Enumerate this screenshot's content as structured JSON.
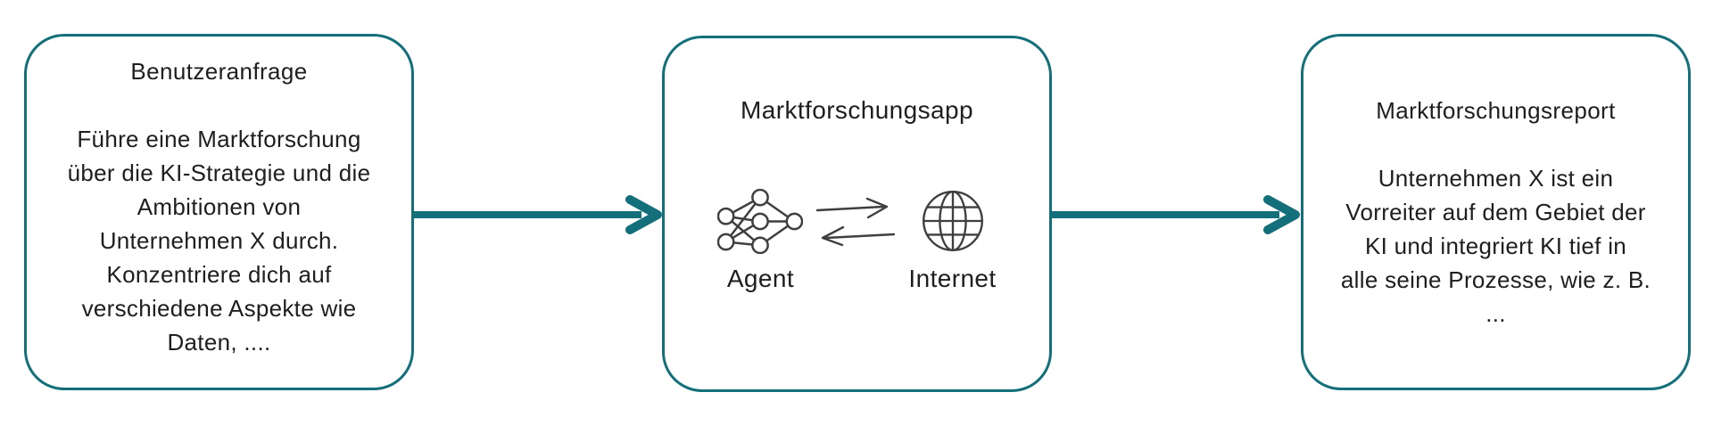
{
  "diagram": {
    "accent_color": "#136f79",
    "text_color": "#1e1e1e",
    "icon_stroke_color": "#3f3f3f",
    "boxes": [
      {
        "id": "benutzeranfrage",
        "title": "Benutzeranfrage",
        "body": "Führe eine Marktforschung\nüber die KI-Strategie und die\nAmbitionen von\nUnternehmen X durch.\nKonzentriere dich auf\nverschiedene Aspekte wie\nDaten, ...."
      },
      {
        "id": "marktforschungsapp",
        "title": "Marktforschungsapp",
        "agent_label": "Agent",
        "internet_label": "Internet",
        "icons": [
          "neural-network-icon",
          "globe-icon"
        ]
      },
      {
        "id": "marktforschungsreport",
        "title": "Marktforschungsreport",
        "body": "Unternehmen X ist ein\nVorreiter auf dem Gebiet der\nKI und integriert KI tief in\nalle seine Prozesse, wie z. B.\n..."
      }
    ],
    "flow": [
      {
        "from": "Benutzeranfrage",
        "to": "Marktforschungsapp",
        "direction": "right"
      },
      {
        "from": "Marktforschungsapp",
        "to": "Marktforschungsreport",
        "direction": "right"
      }
    ]
  }
}
